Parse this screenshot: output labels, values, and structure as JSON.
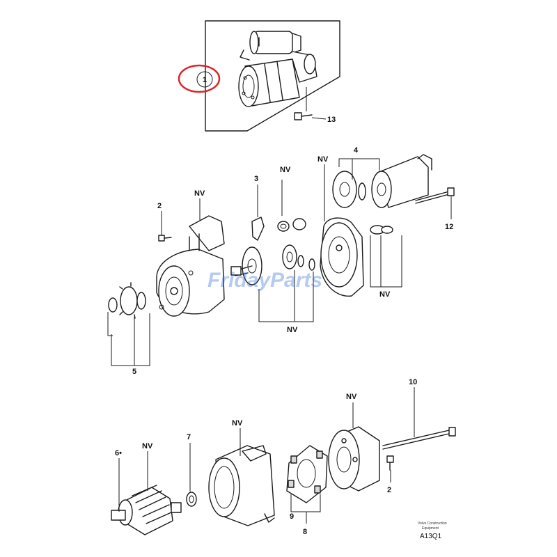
{
  "labels": {
    "callout_1": "1",
    "callout_13": "13",
    "callout_4": "4",
    "callout_12": "12",
    "callout_3": "3",
    "callout_2_top": "2",
    "callout_5": "5",
    "callout_6": "6•",
    "callout_7": "7",
    "callout_8": "8",
    "callout_9": "9",
    "callout_10": "10",
    "callout_2_bottom": "2",
    "nv_housing": "NV",
    "nv_springs": "NV",
    "nv_plate": "NV",
    "nv_washers": "NV",
    "nv_gears": "NV",
    "nv_armature": "NV",
    "nv_yoke": "NV",
    "nv_endcap": "NV"
  },
  "watermark": "FridayParts",
  "stamp": {
    "line1": "Volvo Construction",
    "line2": "Equipment",
    "code": "A13Q1"
  },
  "colors": {
    "highlight_circle": "#d9262b",
    "ink": "#1a1a1a",
    "watermark": "#2c6bd6"
  }
}
